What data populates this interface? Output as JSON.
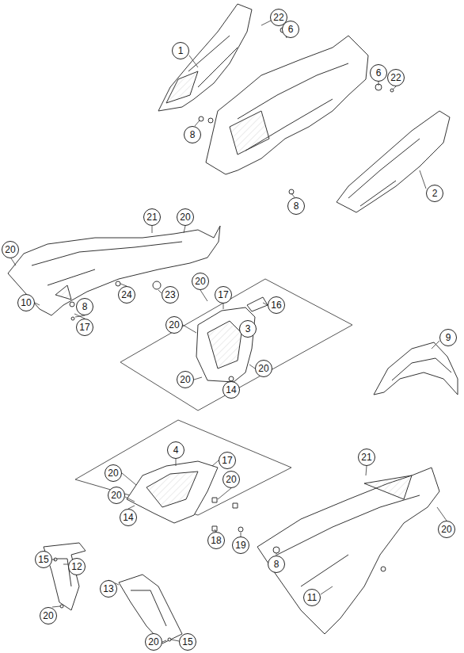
{
  "diagram": {
    "nodes": [
      {
        "text": [
          "22"
        ]
      },
      {
        "text": [
          "6"
        ]
      },
      {
        "text": [
          "1"
        ]
      },
      {
        "text": [
          "6"
        ]
      },
      {
        "text": [
          "22"
        ]
      },
      {
        "text": [
          "8"
        ]
      },
      {
        "text": [
          "2"
        ]
      },
      {
        "text": [
          "8"
        ]
      },
      {
        "text": [
          "21"
        ]
      },
      {
        "text": [
          "20"
        ]
      },
      {
        "text": [
          "20"
        ]
      },
      {
        "text": [
          "20"
        ]
      },
      {
        "text": [
          "24"
        ]
      },
      {
        "text": [
          "23"
        ]
      },
      {
        "text": [
          "17"
        ]
      },
      {
        "text": [
          "10"
        ]
      },
      {
        "text": [
          "16"
        ]
      },
      {
        "text": [
          "8"
        ]
      },
      {
        "text": [
          "20"
        ]
      },
      {
        "text": [
          "17"
        ]
      },
      {
        "text": [
          "3"
        ]
      },
      {
        "text": [
          "9"
        ]
      },
      {
        "text": [
          "20"
        ]
      },
      {
        "text": [
          "20"
        ]
      },
      {
        "text": [
          "14"
        ]
      },
      {
        "text": [
          "4"
        ]
      },
      {
        "text": [
          "17"
        ]
      },
      {
        "text": [
          "21"
        ]
      },
      {
        "text": [
          "20"
        ]
      },
      {
        "text": [
          "20"
        ]
      },
      {
        "text": [
          "20"
        ]
      },
      {
        "text": [
          "14"
        ]
      },
      {
        "text": [
          "20"
        ]
      },
      {
        "text": [
          "18"
        ]
      },
      {
        "text": [
          "19"
        ]
      },
      {
        "text": [
          "15"
        ]
      },
      {
        "text": [
          "8"
        ]
      },
      {
        "text": [
          "12"
        ]
      },
      {
        "text": [
          "13"
        ]
      },
      {
        "text": [
          "11"
        ]
      },
      {
        "text": [
          "20"
        ]
      },
      {
        "text": [
          "20"
        ]
      },
      {
        "text": [
          "15"
        ]
      }
    ]
  }
}
